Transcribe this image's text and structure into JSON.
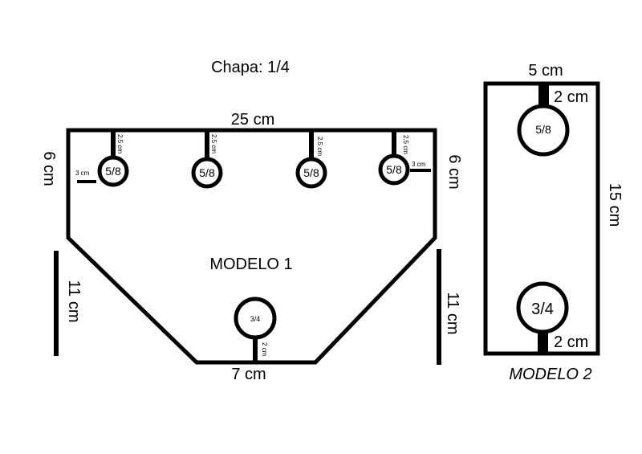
{
  "title": "Chapa: 1/4",
  "modelo1": {
    "label": "MODELO 1",
    "top_width": "25 cm",
    "side_left": "6 cm",
    "side_right": "6 cm",
    "height_left": "11 cm",
    "height_right": "11 cm",
    "bottom_width": "7 cm",
    "hole_top_size": "5/8",
    "hole_bottom_size": "3/4",
    "offset_small": "2.5 cm",
    "offset_side_left": "3 cm",
    "offset_side_right": "3 cm",
    "offset_bottom": "2 cm"
  },
  "modelo2": {
    "label": "MODELO 2",
    "width": "5 cm",
    "height": "15 cm",
    "hole_top_size": "5/8",
    "hole_bottom_size": "3/4",
    "offset_top": "2 cm",
    "offset_bottom": "2 cm"
  }
}
